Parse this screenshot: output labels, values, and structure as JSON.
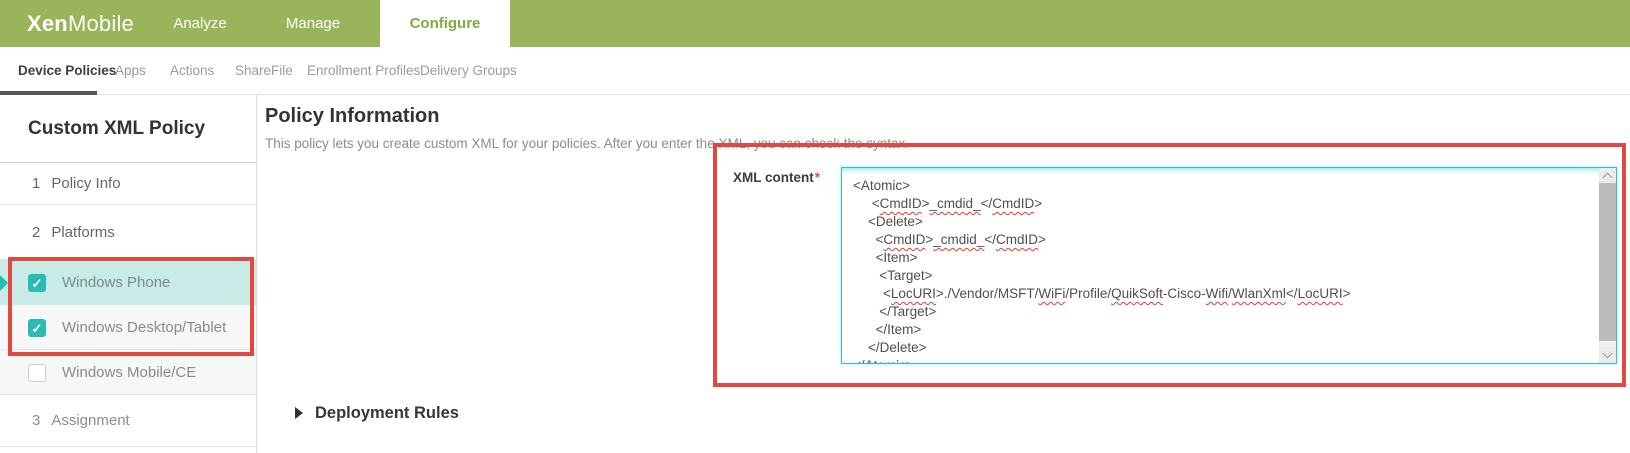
{
  "header": {
    "brand": {
      "bold": "Xen",
      "light": "Mobile"
    },
    "tabs": [
      {
        "label": "Analyze",
        "active": false
      },
      {
        "label": "Manage",
        "active": false
      },
      {
        "label": "Configure",
        "active": true
      }
    ]
  },
  "subnav": {
    "items": [
      {
        "label": "Device Policies",
        "active": true
      },
      {
        "label": "Apps",
        "active": false
      },
      {
        "label": "Actions",
        "active": false
      },
      {
        "label": "ShareFile",
        "active": false
      },
      {
        "label": "Enrollment Profiles",
        "active": false
      },
      {
        "label": "Delivery Groups",
        "active": false
      }
    ]
  },
  "sidebar": {
    "title": "Custom XML Policy",
    "steps": [
      {
        "number": "1",
        "label": "Policy Info"
      },
      {
        "number": "2",
        "label": "Platforms"
      },
      {
        "number": "3",
        "label": "Assignment"
      }
    ],
    "platforms": [
      {
        "label": "Windows Phone",
        "checked": true,
        "active": true
      },
      {
        "label": "Windows Desktop/Tablet",
        "checked": true,
        "active": false
      },
      {
        "label": "Windows Mobile/CE",
        "checked": false,
        "active": false
      }
    ]
  },
  "main": {
    "title": "Policy Information",
    "description": "This policy lets you create custom XML for your policies. After you enter the XML, you can check the syntax.",
    "form": {
      "xml_label": "XML content",
      "required_marker": "*",
      "xml_lines": [
        [
          [
            "<Atomic>",
            0
          ]
        ],
        [
          [
            "     <",
            0
          ],
          [
            "CmdID",
            1
          ],
          [
            ">",
            0
          ],
          [
            "_cmdid_",
            1
          ],
          [
            "</",
            0
          ],
          [
            "CmdID",
            1
          ],
          [
            ">",
            0
          ]
        ],
        [
          [
            "    <Delete>",
            0
          ]
        ],
        [
          [
            "      <",
            0
          ],
          [
            "CmdID",
            1
          ],
          [
            ">",
            0
          ],
          [
            "_cmdid_",
            1
          ],
          [
            "</",
            0
          ],
          [
            "CmdID",
            1
          ],
          [
            ">",
            0
          ]
        ],
        [
          [
            "      <Item>",
            0
          ]
        ],
        [
          [
            "       <Target>",
            0
          ]
        ],
        [
          [
            "        <",
            0
          ],
          [
            "LocURI",
            1
          ],
          [
            ">./Vendor/MSFT/",
            0
          ],
          [
            "WiFi",
            1
          ],
          [
            "/Profile/",
            0
          ],
          [
            "QuikSoft",
            1
          ],
          [
            "-Cisco-",
            0
          ],
          [
            "Wifi",
            1
          ],
          [
            "/",
            0
          ],
          [
            "WlanXml",
            1
          ],
          [
            "</",
            0
          ],
          [
            "LocURI",
            1
          ],
          [
            ">",
            0
          ]
        ],
        [
          [
            "       </Target>",
            0
          ]
        ],
        [
          [
            "      </Item>",
            0
          ]
        ],
        [
          [
            "    </Delete>",
            0
          ]
        ],
        [
          [
            "</Atomic>",
            0
          ]
        ]
      ]
    },
    "deployment_rules_label": "Deployment Rules"
  },
  "colors": {
    "header_green": "#9ab45c",
    "active_tab_text": "#83aa3e",
    "accent_teal": "#2bbcb1",
    "active_row_bg": "#c8ebe7",
    "textarea_border": "#2cc3c9",
    "annotation_red": "#e24840",
    "spellcheck_red": "#e63b2f",
    "active_subnav_underline": "#55565a"
  }
}
